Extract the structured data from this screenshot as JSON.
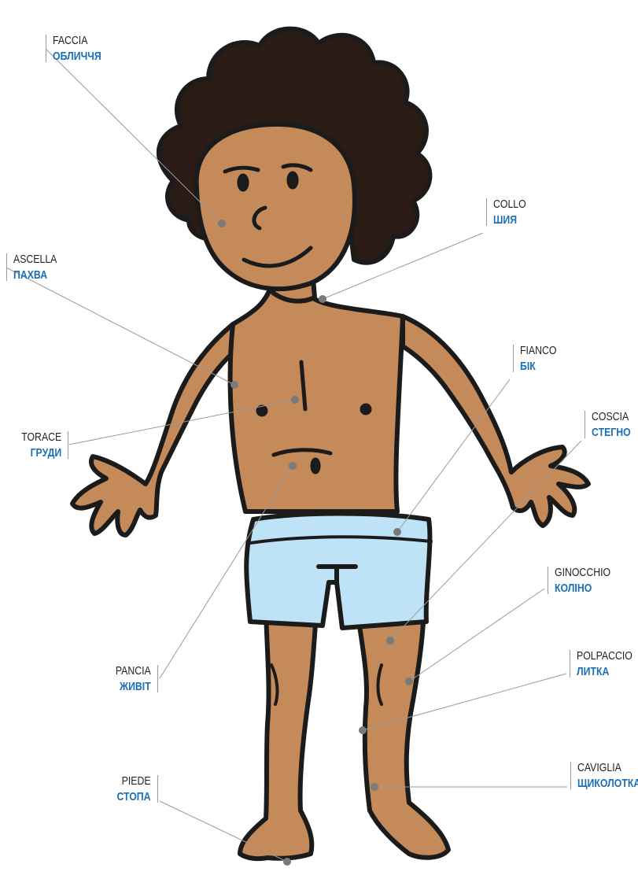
{
  "colors": {
    "skin": "#c48a5a",
    "skin_shadow": "#a9713f",
    "hair": "#2b1b15",
    "shorts": "#bfe3f6",
    "outline": "#1b1b1b",
    "leader_line": "#9a9a9a",
    "dot": "#7a7a7a",
    "italian_text": "#222222",
    "ukrainian_text": "#1a6fb5"
  },
  "labels": [
    {
      "key": "face",
      "it": "FACCIA",
      "uk": "ОБЛИЧЧЯ"
    },
    {
      "key": "neck",
      "it": "COLLO",
      "uk": "ШИЯ"
    },
    {
      "key": "armpit",
      "it": "ASCELLA",
      "uk": "ПАХВА"
    },
    {
      "key": "side",
      "it": "FIANCO",
      "uk": "БІК"
    },
    {
      "key": "thigh",
      "it": "COSCIA",
      "uk": "СТЕГНО"
    },
    {
      "key": "chest",
      "it": "TORACE",
      "uk": "ГРУДИ"
    },
    {
      "key": "knee",
      "it": "GINOCCHIO",
      "uk": "КОЛІНО"
    },
    {
      "key": "belly",
      "it": "PANCIA",
      "uk": "ЖИВІТ"
    },
    {
      "key": "calf",
      "it": "POLPACCIO",
      "uk": "ЛИТКА"
    },
    {
      "key": "ankle",
      "it": "CAVIGLIA",
      "uk": "ЩИКОЛОТКА"
    },
    {
      "key": "foot",
      "it": "PIEDE",
      "uk": "СТОПА"
    }
  ]
}
